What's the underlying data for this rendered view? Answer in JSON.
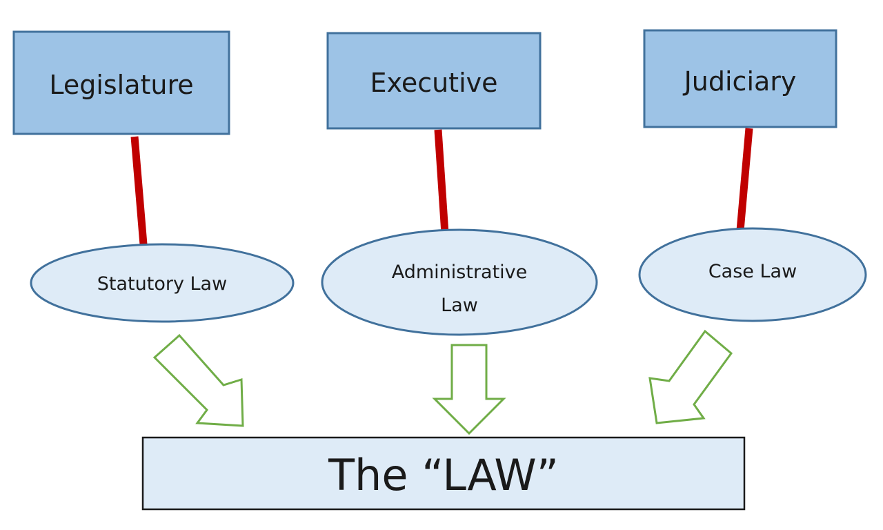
{
  "branches": {
    "legislature": {
      "label": "Legislature"
    },
    "executive": {
      "label": "Executive"
    },
    "judiciary": {
      "label": "Judiciary"
    }
  },
  "law_types": {
    "statutory": {
      "label": "Statutory Law"
    },
    "administrative": {
      "line1": "Administrative",
      "line2": "Law"
    },
    "case": {
      "label": "Case Law"
    }
  },
  "result": {
    "label": "The “LAW”"
  },
  "colors": {
    "branch_fill": "#9dc3e6",
    "branch_stroke": "#41719c",
    "ellipse_fill": "#deebf7",
    "result_fill": "#deebf7",
    "connector": "#c00000",
    "arrow_stroke": "#70ad47"
  }
}
